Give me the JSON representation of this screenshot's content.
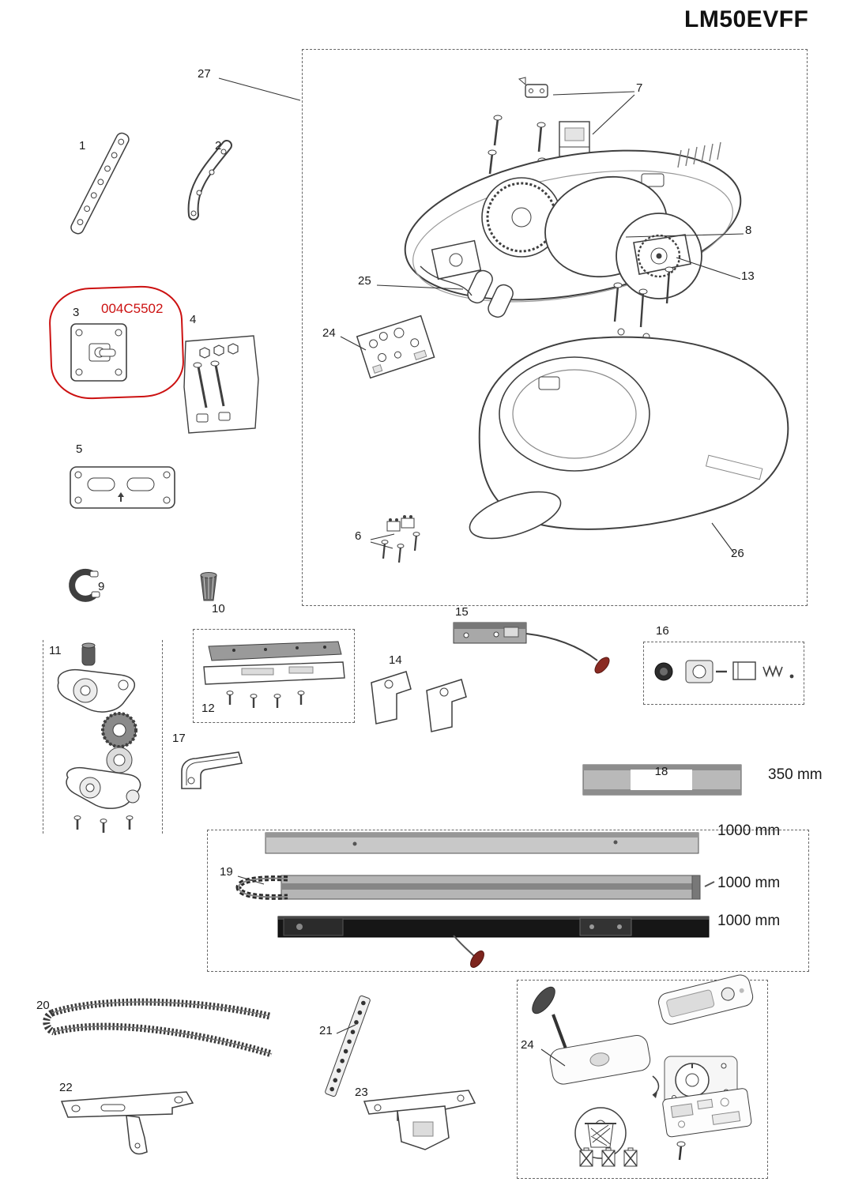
{
  "title": "LM50EVFF",
  "highlight": {
    "code": "004C5502",
    "color": "#cc1111"
  },
  "callouts": {
    "c1": "1",
    "c2": "2",
    "c3": "3",
    "c4": "4",
    "c5": "5",
    "c6": "6",
    "c7": "7",
    "c8": "8",
    "c9": "9",
    "c10": "10",
    "c11": "11",
    "c12": "12",
    "c13": "13",
    "c14": "14",
    "c15": "15",
    "c16": "16",
    "c17": "17",
    "c18": "18",
    "c19": "19",
    "c20": "20",
    "c21": "21",
    "c22": "22",
    "c23": "23",
    "c24": "24",
    "c24b": "24",
    "c25": "25",
    "c26": "26",
    "c27": "27"
  },
  "dimensions": {
    "rail18": "350 mm",
    "rail19a": "1000 mm",
    "rail19b": "1000 mm",
    "rail19c": "1000 mm"
  }
}
